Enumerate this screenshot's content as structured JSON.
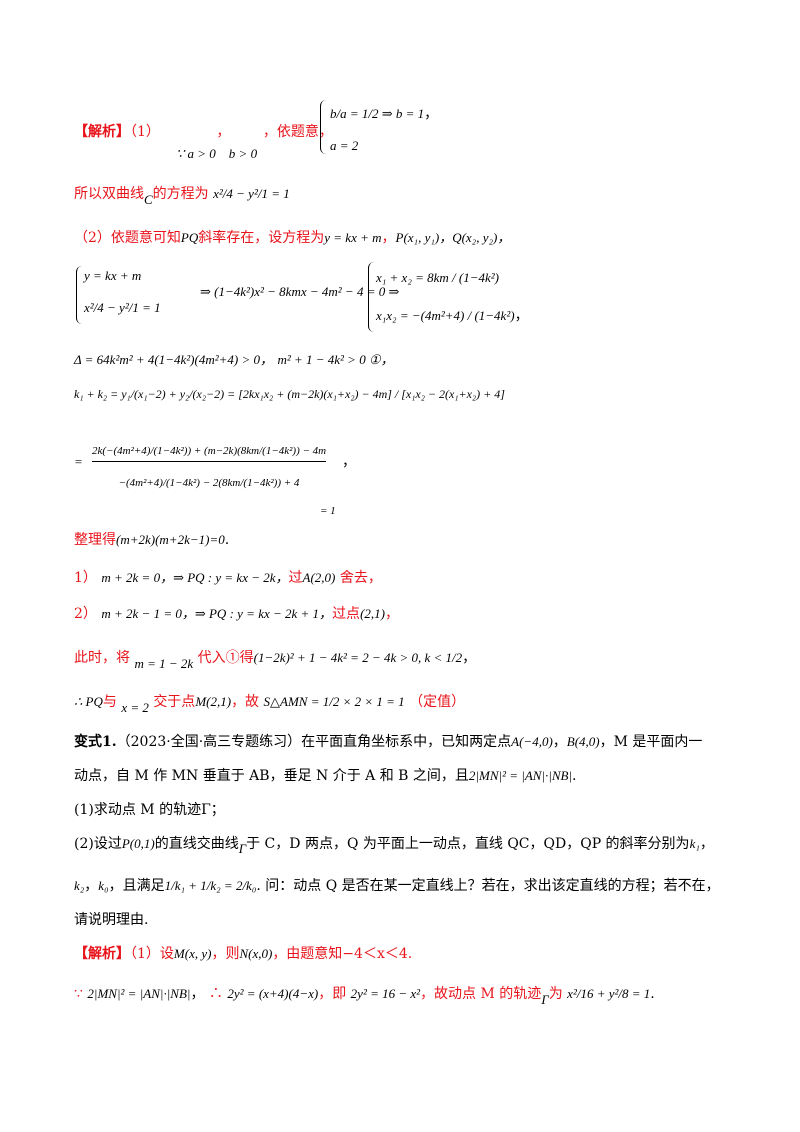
{
  "solution_label": "【解析】",
  "part1": {
    "num": "（1）",
    "cond": "∵ a > 0　b > 0",
    "comma1": "，",
    "comma2": "，",
    "say": "依题意，",
    "sys_line1": "b/a = 1/2 ⇒ b = 1",
    "sys_line2": "a = 2",
    "tail": "，",
    "so_text": "所以双曲线",
    "curve": "C",
    "eq_text": "的方程为",
    "eq": "x²/4 − y²/1 = 1"
  },
  "part2": {
    "lead": "（2）依题意可知",
    "pq": "PQ",
    "lead2": "斜率存在，设方程为",
    "line_eq": "y = kx + m",
    "points": "P(x₁, y₁)，Q(x₂, y₂)，",
    "system_a": "y = kx + m",
    "system_b": "x²/4 − y²/1 = 1",
    "quad": "⇒ (1−4k²)x² − 8kmx − 4m² − 4 = 0 ⇒",
    "vieta1": "x₁ + x₂ = 8km / (1−4k²)",
    "vieta2": "x₁x₂ = −(4m²+4) / (1−4k²)",
    "delta": "Δ = 64k²m² + 4(1−4k²)(4m²+4) > 0，",
    "cond1": "m² + 1 − 4k² > 0 ①，",
    "ksum": "k₁ + k₂ = y₁/(x₁−2) + y₂/(x₂−2) = [2kx₁x₂ + (m−2k)(x₁+x₂) − 4m] / [x₁x₂ − 2(x₁+x₂) + 4]",
    "big_num": "2k(−(4m²+4)/(1−4k²)) + (m−2k)(8km/(1−4k²)) − 4m",
    "big_den": "−(4m²+4)/(1−4k²) − 2(8km/(1−4k²)) + 4",
    "big_eq": "=",
    "big_tail": "，",
    "big_right": "= 1",
    "simplify_text": "整理得",
    "simplify_eq": "(m+2k)(m+2k−1)=0",
    "simplify_end": ".",
    "case1_num": "1）",
    "case1_eq": "m + 2k = 0，⇒ PQ : y = kx − 2k，",
    "case1_text": "过",
    "case1_pt": "A(2,0)",
    "case1_end": "舍去，",
    "case2_num": "2）",
    "case2_eq": "m + 2k − 1 = 0，⇒ PQ : y = kx − 2k + 1，",
    "case2_text": "过点",
    "case2_pt": "(2,1)",
    "case2_end": "，",
    "then_text": "此时，将",
    "then_eq": "m = 1 − 2k",
    "then_text2": "代入①得",
    "then_result": "(1−2k)² + 1 − 4k² = 2 − 4k > 0, k < 1/2",
    "then_end": "，",
    "concl_pre": "∴ PQ",
    "concl_text1": "与",
    "concl_line": "x = 2",
    "concl_text2": "交于点",
    "concl_pt": "M(2,1)",
    "concl_text3": "，故",
    "concl_area": "S△AMN = 1/2 × 2 × 1 = 1",
    "concl_text4": "（定值）"
  },
  "variant": {
    "title": "变式1.",
    "source": "（2023·全国·高三专题练习）在平面直角坐标系中，已知两定点",
    "pointA": "A(−4,0)",
    "sep": "，",
    "pointB": "B(4,0)",
    "line1_rest": "，M 是平面内一",
    "line2": "动点，自 M 作 MN 垂直于 AB，垂足 N 介于 A 和 B 之间，且",
    "line2_eq": "2|MN|² = |AN|·|NB|",
    "line2_end": ".",
    "q1": "(1)求动点 M 的轨迹Γ；",
    "q2_a": "(2)设过",
    "q2_pt": "P(0,1)",
    "q2_b": "的直线交曲线",
    "q2_gamma": "Γ",
    "q2_c": "于 C，D 两点，Q 为平面上一动点，直线 QC，QD，QP 的斜率分别为",
    "q2_k1": "k₁",
    "q2_d": "，",
    "q3_k2": "k₂",
    "q3_sep": "，",
    "q3_k0": "k₀",
    "q3_a": "，且满足",
    "q3_eq": "1/k₁ + 1/k₂ = 2/k₀",
    "q3_b": ".  问：动点 Q 是否在某一定直线上？若在，求出该定直线的方程；若不在，",
    "q4": "请说明理由."
  },
  "variant_solution": {
    "label": "【解析】",
    "a": "（1）设",
    "m_pt": "M(x, y)",
    "b": "，则",
    "n_pt": "N(x,0)",
    "c": "，由题意知−4＜x＜4.",
    "because": "∵",
    "eq1": "2|MN|² = |AN|·|NB|",
    "comma": "，",
    "therefore": "∴",
    "eq2": "2y² = (x+4)(4−x)",
    "ie": "，即",
    "eq3": "2y² = 16 − x²",
    "d": "，故动点 M 的轨迹",
    "gamma": "Γ",
    "e": "为",
    "eq4": "x²/16 + y²/8 = 1",
    "end": "."
  }
}
